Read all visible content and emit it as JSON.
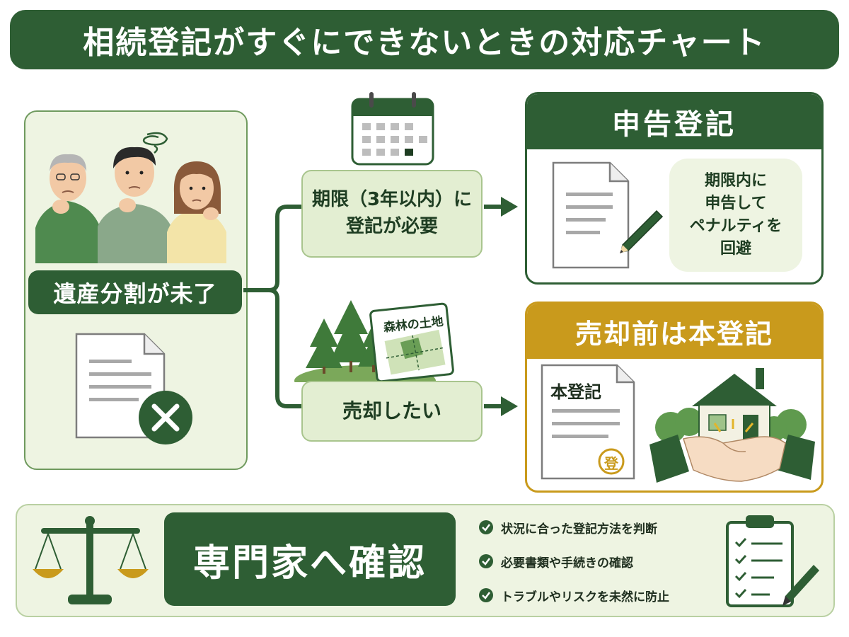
{
  "title": "相続登記がすぐにできないときの対応チャート",
  "left": {
    "status_label": "遺産分割が未了"
  },
  "branch_top": {
    "label_line1": "期限（3年以内）に",
    "label_line2": "登記が必要"
  },
  "branch_bottom": {
    "label": "売却したい",
    "map_label": "森林の土地"
  },
  "card_top": {
    "title": "申告登記",
    "bubble_line1": "期限内に",
    "bubble_line2": "申告して",
    "bubble_line3": "ペナルティを",
    "bubble_line4": "回避",
    "header_color": "#2e5e34"
  },
  "card_bottom": {
    "title": "売却前は本登記",
    "doc_title": "本登記",
    "seal_char": "登",
    "header_color": "#c99a1c"
  },
  "bottom": {
    "expert_label": "専門家へ確認",
    "checks": [
      "状況に合った登記方法を判断",
      "必要書類や手続きの確認",
      "トラブルやリスクを未然に防止"
    ]
  },
  "colors": {
    "primary_green": "#2e5e34",
    "light_green": "#eef4e2",
    "gold": "#c99a1c"
  }
}
